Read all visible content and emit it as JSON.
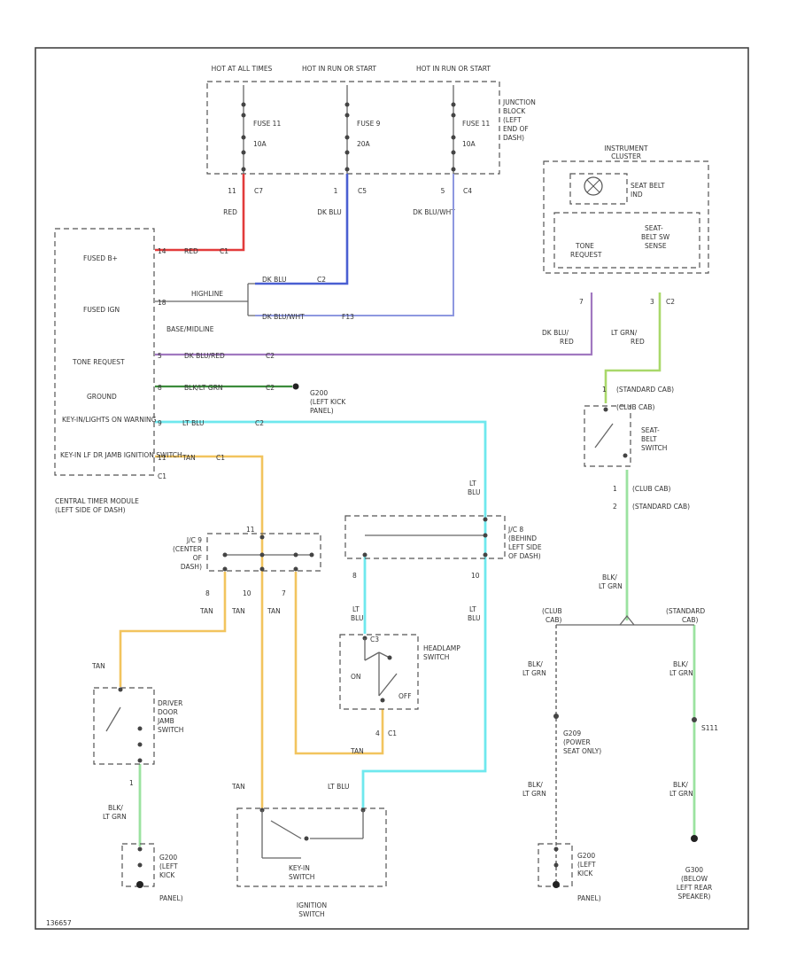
{
  "fuse_block": {
    "buses": [
      "HOT AT ALL TIMES",
      "HOT IN RUN OR START",
      "HOT IN RUN OR START"
    ],
    "fuses": [
      {
        "name": "FUSE 11",
        "rating": "10A"
      },
      {
        "name": "FUSE 9",
        "rating": "20A"
      },
      {
        "name": "FUSE 11",
        "rating": "10A"
      }
    ],
    "location": [
      "JUNCTION",
      "BLOCK",
      "(LEFT",
      "END OF",
      "DASH)"
    ],
    "pins": [
      {
        "num": "11",
        "conn": "C7",
        "color": "RED"
      },
      {
        "num": "1",
        "conn": "C5",
        "color": "DK BLU"
      },
      {
        "num": "5",
        "conn": "C4",
        "color": "DK BLU/WHT"
      }
    ]
  },
  "ctm": {
    "pins": [
      {
        "label": "FUSED B+",
        "pin": "14",
        "wire": "RED",
        "conn": "C1"
      },
      {
        "label": "FUSED IGN",
        "pin": "18"
      },
      {
        "label": "TONE REQUEST",
        "pin": "5",
        "wire": "DK BLU/RED",
        "conn": "C2"
      },
      {
        "label": "GROUND",
        "pin": "8",
        "wire": "BLK/LT GRN",
        "conn": "C2"
      },
      {
        "label": "KEY-IN/LIGHTS ON WARNING",
        "pin": "9",
        "wire": "LT BLU",
        "conn": "C2"
      },
      {
        "label": "KEY-IN LF DR JAMB IGNITION SWITCH",
        "pin": "11",
        "wire": "TAN",
        "conn": "C1"
      }
    ],
    "conn_c1": "C1",
    "name": [
      "CENTRAL TIMER MODULE",
      "(LEFT SIDE OF DASH)"
    ],
    "highline": "HIGHLINE",
    "baseline": "BASE/MIDLINE",
    "highline_wire": "DK BLU",
    "highline_conn": "C2",
    "baseline_wire": "DK BLU/WHT",
    "baseline_conn": "F13",
    "ground_id": "G200",
    "ground_loc": [
      "(LEFT KICK",
      "PANEL)"
    ]
  },
  "cluster": {
    "name": [
      "INSTRUMENT",
      "CLUSTER"
    ],
    "seat_belt_ind": [
      "SEAT BELT",
      "IND"
    ],
    "tone": [
      "TONE",
      "REQUEST"
    ],
    "seatbelt_sw": [
      "SEAT-",
      "BELT SW",
      "SENSE"
    ],
    "pin_tone": "7",
    "pin_sense": "3",
    "conn": "C2",
    "wire_tone": [
      "DK BLU/",
      "RED"
    ],
    "wire_sense": [
      "LT GRN/",
      "RED"
    ]
  },
  "seatbelt_switch": {
    "pin_top": "1",
    "cab_top": [
      "(STANDARD CAB)",
      "(CLUB CAB)"
    ],
    "name": [
      "SEAT-",
      "BELT",
      "SWITCH"
    ],
    "pins_bottom": [
      {
        "num": "1",
        "cab": "(CLUB CAB)"
      },
      {
        "num": "2",
        "cab": "(STANDARD CAB)"
      }
    ],
    "wire": [
      "BLK/",
      "LT GRN"
    ],
    "club": [
      "(CLUB",
      "CAB)"
    ],
    "standard": [
      "(STANDARD",
      "CAB)"
    ]
  },
  "grounds_right": {
    "club_wire": [
      "BLK/",
      "LT GRN"
    ],
    "std_wire": [
      "BLK/",
      "LT GRN"
    ],
    "g209": [
      "G209",
      "(POWER",
      "SEAT ONLY)"
    ],
    "s111": "S111",
    "club_wire2": [
      "BLK/",
      "LT GRN"
    ],
    "std_wire2": [
      "BLK/",
      "LT GRN"
    ],
    "g200": [
      "G200",
      "(LEFT",
      "KICK",
      "PANEL)"
    ],
    "g300": [
      "G300",
      "(BELOW",
      "LEFT REAR",
      "SPEAKER)"
    ]
  },
  "jc9": {
    "name": [
      "J/C 9",
      "(CENTER",
      "OF",
      "DASH)"
    ],
    "pins": [
      "8",
      "10",
      "7"
    ],
    "wires": [
      "TAN",
      "TAN",
      "TAN"
    ],
    "top_pin": "11"
  },
  "jc8": {
    "name": [
      "J/C 8",
      "(BEHIND",
      "LEFT SIDE",
      "OF DASH)"
    ],
    "top_wire": [
      "LT",
      "BLU"
    ],
    "pin_left": "8",
    "pin_right": "10",
    "wire_left": [
      "LT",
      "BLU"
    ],
    "wire_right": [
      "LT",
      "BLU"
    ]
  },
  "headlamp": {
    "pin": "C3",
    "name": [
      "HEADLAMP",
      "SWITCH"
    ],
    "on": "ON",
    "off": "OFF",
    "bottom": "4",
    "bottom_conn": "C1",
    "wire": "TAN"
  },
  "door_jamb": {
    "wire_top": "TAN",
    "name": [
      "DRIVER",
      "DOOR",
      "JAMB",
      "SWITCH"
    ],
    "pin_bottom": "1",
    "wire_bottom": [
      "BLK/",
      "LT GRN"
    ],
    "ground": [
      "G200",
      "(LEFT",
      "KICK",
      "PANEL)"
    ]
  },
  "ignition": {
    "wire_left": "TAN",
    "wire_right": "LT BLU",
    "inner": [
      "KEY-IN",
      "SWITCH"
    ],
    "name": [
      "IGNITION",
      "SWITCH"
    ]
  },
  "footer_code": "136657"
}
